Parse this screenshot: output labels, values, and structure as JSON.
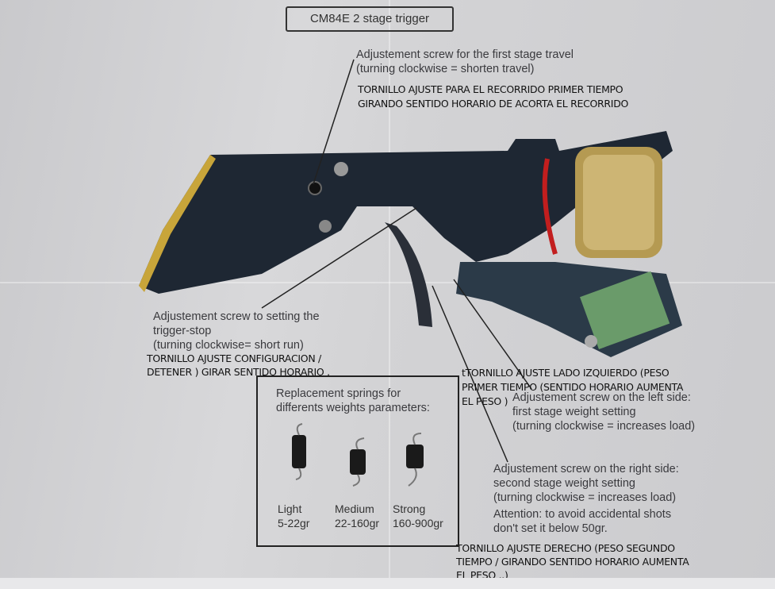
{
  "title": "CM84E 2 stage trigger",
  "annotations": {
    "first_stage_travel": {
      "en_line1": "Adjustement screw for the first stage travel",
      "en_line2": "(turning clockwise = shorten travel)",
      "es_line1": "TORNILLO AJUSTE PARA EL RECORRIDO PRIMER TIEMPO",
      "es_line2": "GIRANDO SENTIDO HORARIO DE ACORTA EL RECORRIDO"
    },
    "trigger_stop": {
      "en_line1": "Adjustement screw to setting the",
      "en_line2": "trigger-stop",
      "en_line3": "(turning clockwise= short run)",
      "es_line1": "TORNILLO AJUSTE CONFIGURACION /",
      "es_line2": "DETENER ) GIRAR SENTIDO HORARIO ."
    },
    "left_side": {
      "es_line1": "tTORNILLO AJUSTE LADO IZQUIERDO (PESO",
      "es_line2": "PRIMER TIEMPO (SENTIDO HORARIO AUMENTA",
      "es_line3": "EL PESO )",
      "en_line1": "Adjustement screw on the left side:",
      "en_line2": "first stage weight setting",
      "en_line3": "(turning clockwise = increases load)"
    },
    "right_side": {
      "en_line1": "Adjustement screw on the right side:",
      "en_line2": "second stage weight setting",
      "en_line3": "(turning clockwise = increases load)",
      "en_line4": "Attention: to avoid accidental shots",
      "en_line5": "don't set it below 50gr.",
      "es_line1": "TORNILLO AJUSTE DERECHO (PESO SEGUNDO",
      "es_line2": "TIEMPO / GIRANDO SENTIDO HORARIO AUMENTA",
      "es_line3": "EL PESO ..)"
    }
  },
  "springs": {
    "heading_line1": "Replacement springs for",
    "heading_line2": "differents weights parameters:",
    "items": [
      {
        "name": "Light",
        "range": "5-22gr"
      },
      {
        "name": "Medium",
        "range": "22-160gr"
      },
      {
        "name": "Strong",
        "range": "160-900gr"
      }
    ]
  }
}
